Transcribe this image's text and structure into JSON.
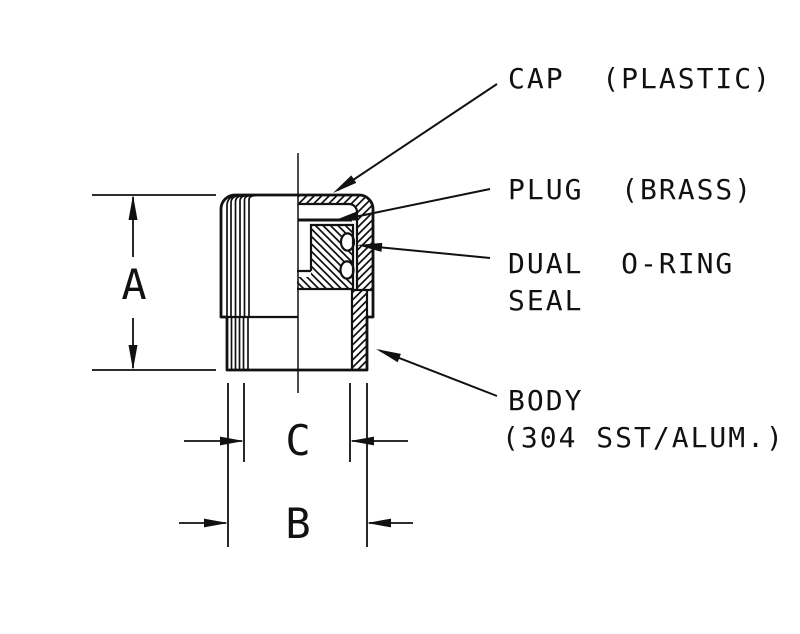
{
  "drawing": {
    "background_color": "#ffffff",
    "ink_color": "#111111",
    "callouts": {
      "cap": "CAP  (PLASTIC)",
      "plug": "PLUG  (BRASS)",
      "oring_line1": "DUAL  O-RING",
      "oring_line2": "SEAL",
      "body_line1": "BODY",
      "body_line2": "(304 SST/ALUM.)"
    },
    "dimensions": {
      "height": "A",
      "thread_width": "C",
      "overall_width": "B"
    }
  }
}
